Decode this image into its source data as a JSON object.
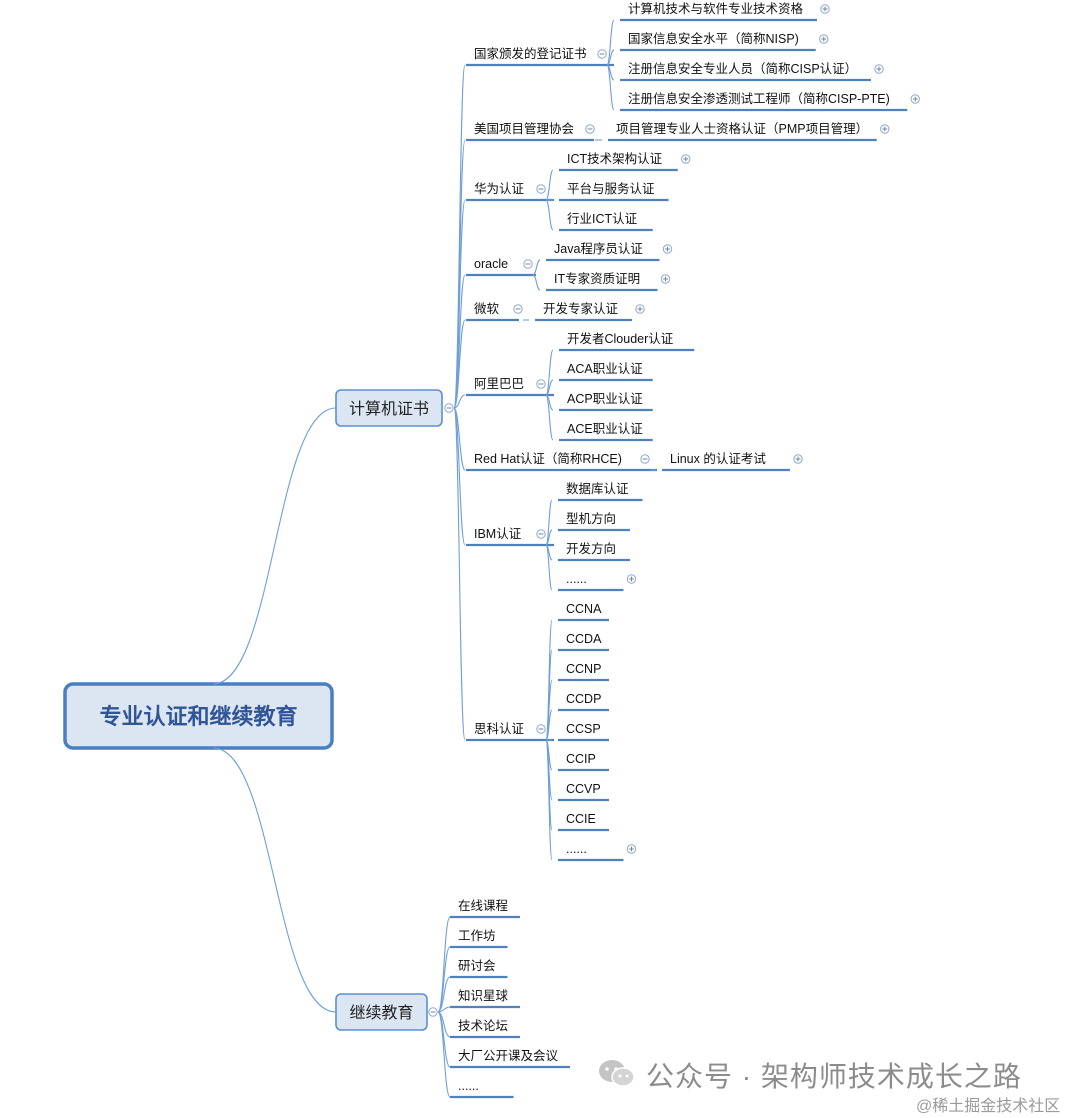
{
  "root": {
    "label": "专业认证和继续教育"
  },
  "branches": [
    {
      "label": "计算机证书",
      "groups": [
        {
          "label": "国家颁发的登记证书",
          "children": [
            {
              "label": "计算机技术与软件专业技术资格",
              "expandable": true
            },
            {
              "label": "国家信息安全水平（简称NISP)",
              "expandable": true
            },
            {
              "label": "注册信息安全专业人员（简称CISP认证）",
              "expandable": true
            },
            {
              "label": "注册信息安全渗透测试工程师（简称CISP-PTE)",
              "expandable": true
            }
          ]
        },
        {
          "label": "美国项目管理协会",
          "children": [
            {
              "label": "项目管理专业人士资格认证（PMP项目管理）",
              "expandable": true
            }
          ]
        },
        {
          "label": "华为认证",
          "children": [
            {
              "label": "ICT技术架构认证",
              "expandable": true
            },
            {
              "label": "平台与服务认证",
              "expandable": false
            },
            {
              "label": "行业ICT认证",
              "expandable": false
            }
          ]
        },
        {
          "label": "oracle",
          "children": [
            {
              "label": "Java程序员认证",
              "expandable": true
            },
            {
              "label": "IT专家资质证明",
              "expandable": true
            }
          ]
        },
        {
          "label": "微软",
          "children": [
            {
              "label": "开发专家认证",
              "expandable": true
            }
          ]
        },
        {
          "label": "阿里巴巴",
          "children": [
            {
              "label": "开发者Clouder认证",
              "expandable": false
            },
            {
              "label": "ACA职业认证",
              "expandable": false
            },
            {
              "label": "ACP职业认证",
              "expandable": false
            },
            {
              "label": "ACE职业认证",
              "expandable": false
            }
          ]
        },
        {
          "label": "Red Hat认证（简称RHCE)",
          "children": [
            {
              "label": "Linux 的认证考试",
              "expandable": true
            }
          ]
        },
        {
          "label": "IBM认证",
          "children": [
            {
              "label": "数据库认证",
              "expandable": false
            },
            {
              "label": "型机方向",
              "expandable": false
            },
            {
              "label": "开发方向",
              "expandable": false
            },
            {
              "label": "......",
              "expandable": true
            }
          ]
        },
        {
          "label": "思科认证",
          "children": [
            {
              "label": "CCNA",
              "expandable": false
            },
            {
              "label": "CCDA",
              "expandable": false
            },
            {
              "label": "CCNP",
              "expandable": false
            },
            {
              "label": "CCDP",
              "expandable": false
            },
            {
              "label": "CCSP",
              "expandable": false
            },
            {
              "label": "CCIP",
              "expandable": false
            },
            {
              "label": "CCVP",
              "expandable": false
            },
            {
              "label": "CCIE",
              "expandable": false
            },
            {
              "label": "......",
              "expandable": true
            }
          ]
        }
      ]
    },
    {
      "label": "继续教育",
      "children": [
        {
          "label": "在线课程"
        },
        {
          "label": "工作坊"
        },
        {
          "label": "研讨会"
        },
        {
          "label": "知识星球"
        },
        {
          "label": "技术论坛"
        },
        {
          "label": "大厂公开课及会议"
        },
        {
          "label": "......"
        }
      ]
    }
  ],
  "watermark": {
    "text": "公众号 · 架构师技术成长之路",
    "logo_icon": "wechat-icon"
  },
  "corner_credit": "@稀土掘金技术社区",
  "colors": {
    "node_fill": "#dce6f2",
    "node_border": "#5b8fd2",
    "root_border": "#4a7ec3",
    "line": "#4f81bd"
  }
}
